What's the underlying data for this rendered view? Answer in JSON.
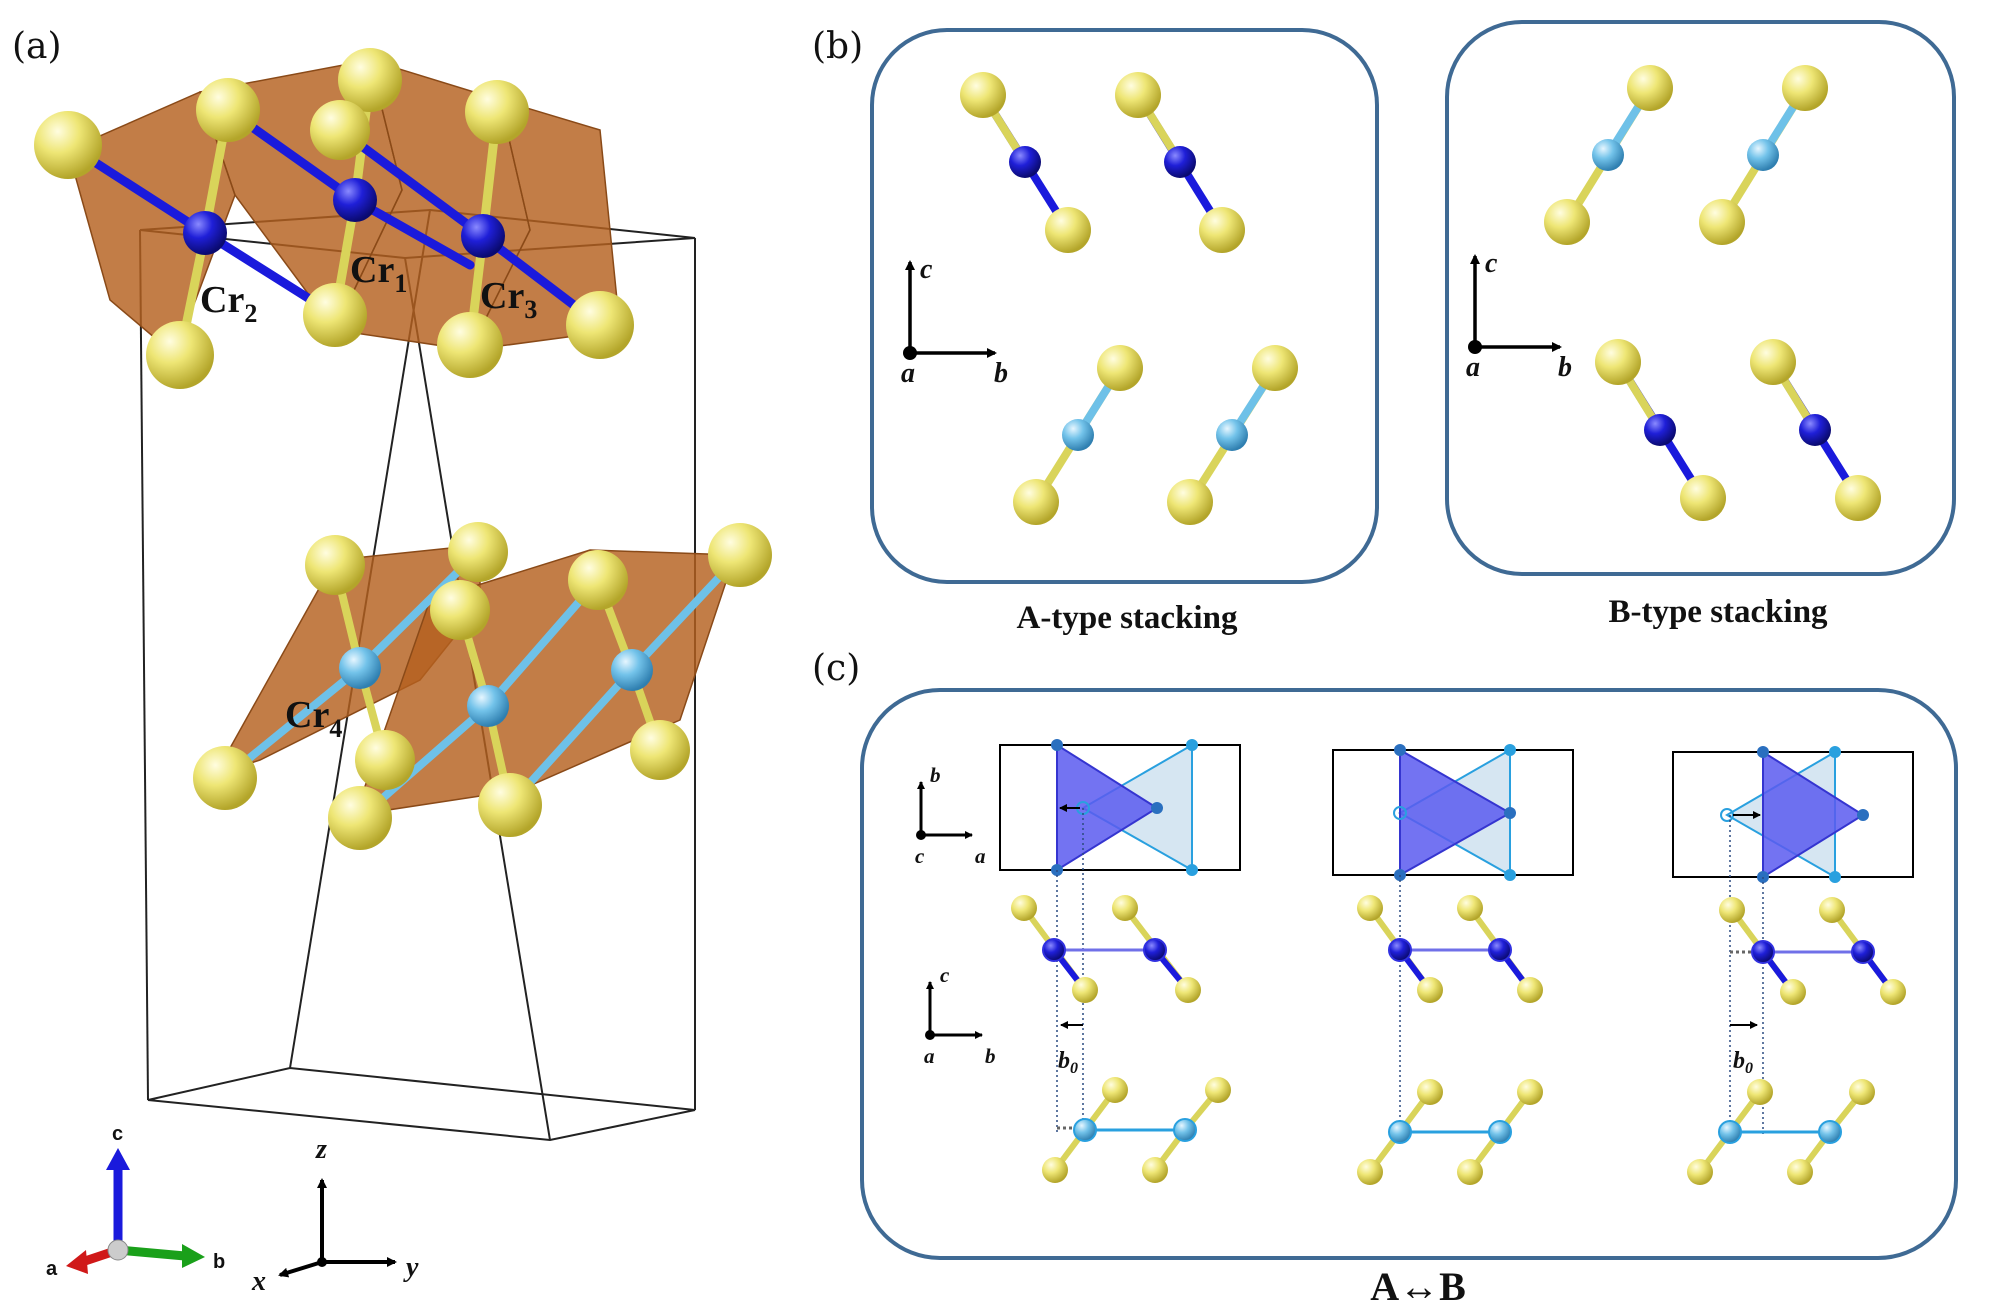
{
  "panel_labels": {
    "a": "(a)",
    "b": "(b)",
    "c": "(c)"
  },
  "panel_a": {
    "cr2": "Cr",
    "cr2_sub": "2",
    "cr1": "Cr",
    "cr1_sub": "1",
    "cr3": "Cr",
    "cr3_sub": "3",
    "cr4": "Cr",
    "cr4_sub": "4",
    "lattice_axes": {
      "a": "a",
      "b": "b",
      "c": "c"
    },
    "cart_axes": {
      "x": "x",
      "y": "y",
      "z": "z"
    }
  },
  "panel_b": {
    "a_type_caption": "A-type stacking",
    "b_type_caption": "B-type stacking",
    "axes": {
      "up": "c",
      "right": "b",
      "origin": "a"
    }
  },
  "panel_c": {
    "top_axes": {
      "up": "b",
      "right": "a",
      "origin": "c"
    },
    "side_axes": {
      "up": "c",
      "right": "b",
      "origin": "a"
    },
    "shift_label": "b",
    "shift_sub": "0",
    "caption": "A↔B"
  },
  "colors": {
    "sulfur": "#e8e070",
    "cr_dark": "#1a1adc",
    "cr_light": "#6ec1e8",
    "octahedron": "#b5601e",
    "frame": "#3f6a94",
    "tri_dark": "#5a5af0",
    "tri_light": "#cfe2f0"
  }
}
